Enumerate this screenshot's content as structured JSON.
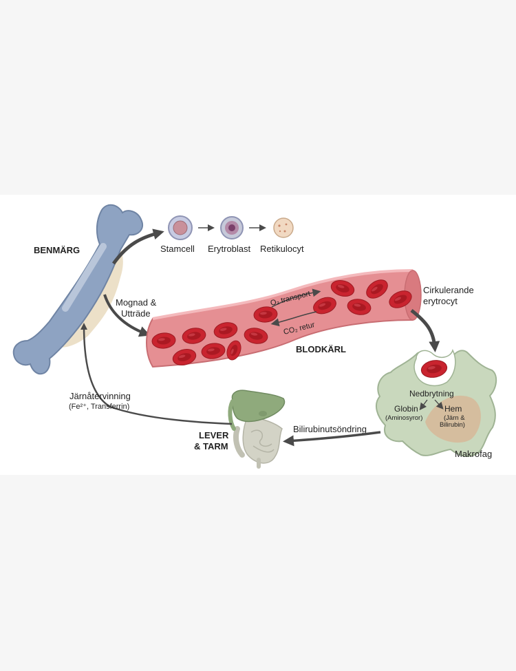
{
  "labels": {
    "bone_marrow": "BENMÄRG",
    "stem_cell": "Stamcell",
    "erythroblast": "Erytroblast",
    "reticulocyte": "Retikulocyt",
    "maturation_1": "Mognad &",
    "maturation_2": "Utträde",
    "o2_transport": "O₂ transport",
    "co2_return": "CO₂ retur",
    "blood_vessel": "BLODKÄRL",
    "circulating_1": "Cirkulerande",
    "circulating_2": "erytrocyt",
    "breakdown": "Nedbrytning",
    "globin": "Globin",
    "globin_sub": "(Aminosyror)",
    "heme": "Hem",
    "heme_sub_1": "(Järn &",
    "heme_sub_2": "Bilirubin)",
    "macrophage": "Makrofag",
    "bilirubin_excretion": "Bilirubinutsöndring",
    "liver_gut_1": "LEVER",
    "liver_gut_2": "& TARM",
    "iron_recycling": "Järnåtervinning",
    "iron_recycling_sub": "(Fe²⁺, Transferrin)"
  },
  "colors": {
    "bone": "#8ea3c2",
    "marrow": "#ece0c8",
    "vessel": "#e58f93",
    "rbc": "#c9242f",
    "macrophage": "#c9d8bd",
    "liver": "#8faa7c",
    "intestine": "#d3d3c6",
    "arrow": "#4a4a4a"
  }
}
